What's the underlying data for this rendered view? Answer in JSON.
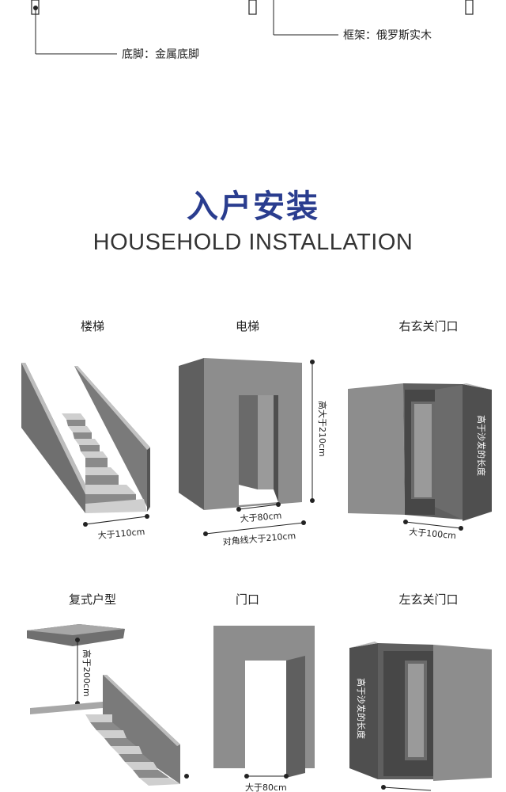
{
  "legend": {
    "base": "底脚：金属底脚",
    "frame": "框架：俄罗斯实木"
  },
  "heading": {
    "cn": "入户安装",
    "en": "HOUSEHOLD INSTALLATION"
  },
  "items": [
    {
      "title": "楼梯",
      "dims": [
        "大于110cm"
      ]
    },
    {
      "title": "电梯",
      "dims": [
        "高大于210cm",
        "大于80cm",
        "对角线大于210cm"
      ]
    },
    {
      "title": "右玄关门口",
      "dims": [
        "高于沙发的长度",
        "大于100cm"
      ]
    },
    {
      "title": "复式户型",
      "dims": [
        "高于200cm"
      ]
    },
    {
      "title": "门口",
      "dims": [
        "大于80cm"
      ]
    },
    {
      "title": "左玄关门口",
      "dims": [
        "高于沙发的长度"
      ]
    }
  ]
}
